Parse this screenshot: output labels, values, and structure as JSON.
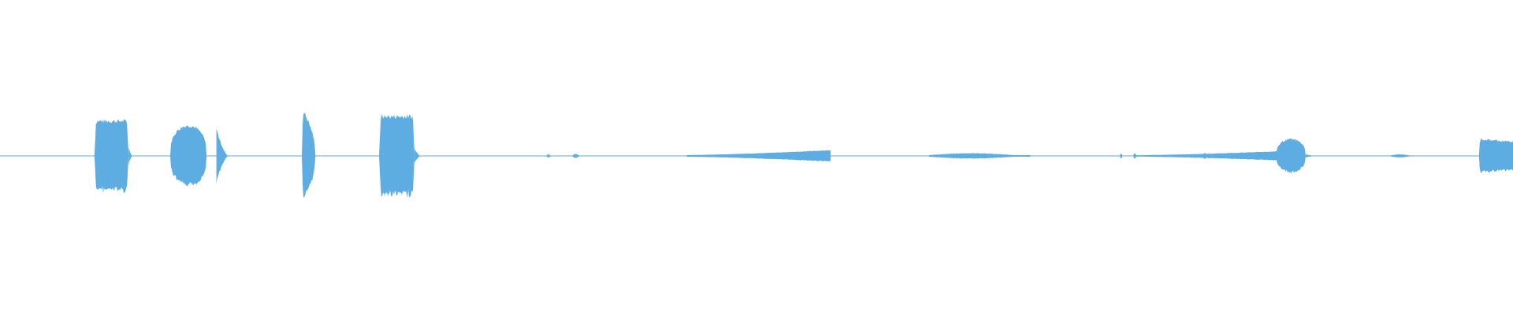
{
  "waveform": {
    "color": "#5DADE2",
    "background": "#FFFFFF",
    "duration": 1,
    "baseline_amplitude": 0.004,
    "segments": [
      {
        "start": 0.0625,
        "end": 0.0638,
        "amplitude": 0.012,
        "shape": "blip"
      },
      {
        "start": 0.0624,
        "end": 0.085,
        "amplitude": 0.46,
        "shape": "block"
      },
      {
        "start": 0.085,
        "end": 0.0875,
        "amplitude": 0.12,
        "shape": "decay"
      },
      {
        "start": 0.1125,
        "end": 0.1365,
        "amplitude": 0.4,
        "shape": "rounded"
      },
      {
        "start": 0.143,
        "end": 0.151,
        "amplitude": 0.36,
        "shape": "decay"
      },
      {
        "start": 0.1995,
        "end": 0.2085,
        "amplitude": 0.6,
        "shape": "spike"
      },
      {
        "start": 0.2505,
        "end": 0.274,
        "amplitude": 0.52,
        "shape": "block"
      },
      {
        "start": 0.274,
        "end": 0.278,
        "amplitude": 0.1,
        "shape": "decay"
      },
      {
        "start": 0.361,
        "end": 0.364,
        "amplitude": 0.02,
        "shape": "blip"
      },
      {
        "start": 0.378,
        "end": 0.383,
        "amplitude": 0.025,
        "shape": "blip"
      },
      {
        "start": 0.454,
        "end": 0.549,
        "amplitude": 0.075,
        "shape": "ramp"
      },
      {
        "start": 0.614,
        "end": 0.681,
        "amplitude": 0.035,
        "shape": "swell"
      },
      {
        "start": 0.74,
        "end": 0.742,
        "amplitude": 0.03,
        "shape": "blip"
      },
      {
        "start": 0.749,
        "end": 0.751,
        "amplitude": 0.035,
        "shape": "blip"
      },
      {
        "start": 0.7505,
        "end": 0.844,
        "amplitude": 0.06,
        "shape": "ramp"
      },
      {
        "start": 0.795,
        "end": 0.7975,
        "amplitude": 0.04,
        "shape": "blip"
      },
      {
        "start": 0.8435,
        "end": 0.863,
        "amplitude": 0.22,
        "shape": "rounded"
      },
      {
        "start": 0.863,
        "end": 0.87,
        "amplitude": 0.02,
        "shape": "decay"
      },
      {
        "start": 0.919,
        "end": 0.934,
        "amplitude": 0.02,
        "shape": "swell"
      },
      {
        "start": 0.9775,
        "end": 1.0,
        "amplitude": 0.22,
        "shape": "onset"
      }
    ]
  }
}
